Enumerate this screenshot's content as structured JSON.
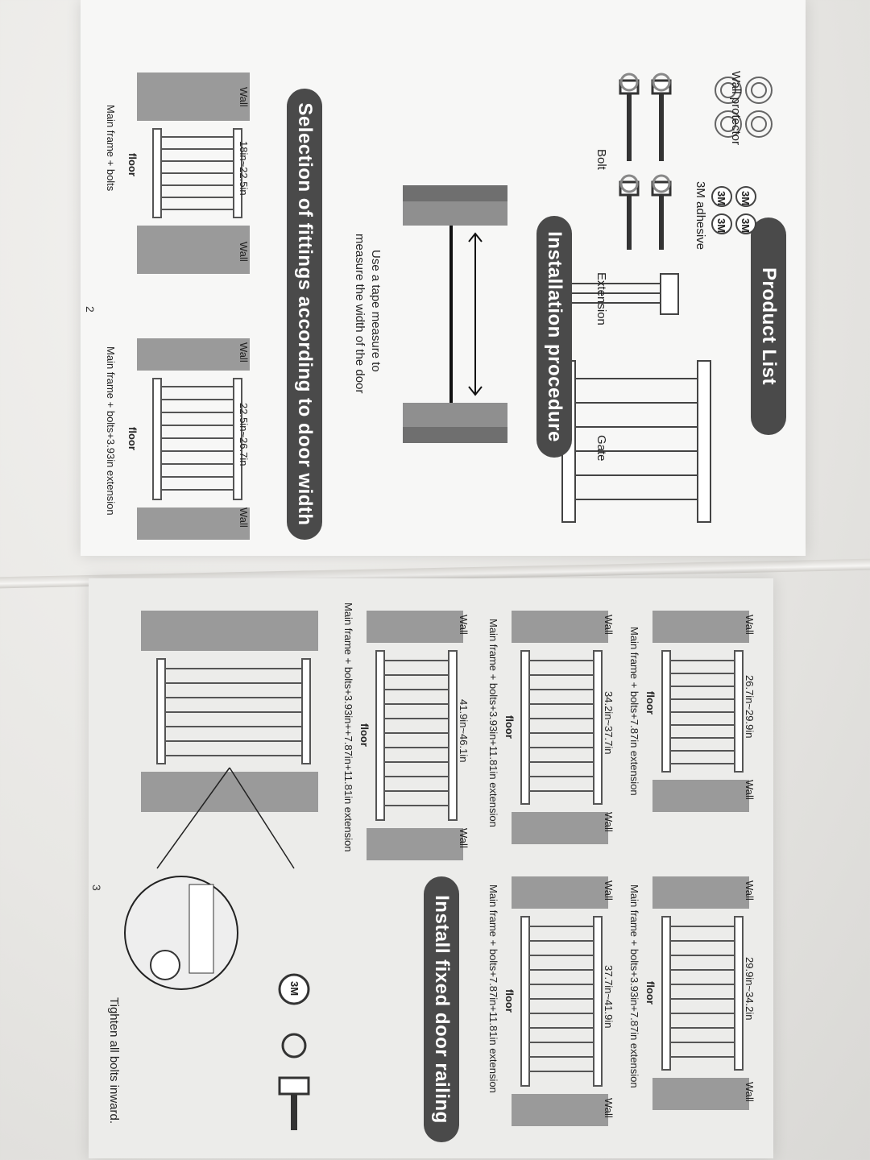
{
  "page2": {
    "product_list": {
      "title": "Product List",
      "wall_protector_label": "Wall protector",
      "adhesive_label": "3M adhesive",
      "adhesive_mark": "3M",
      "bolt_label": "Bolt",
      "extension_label": "Extension",
      "gate_label": "Gate"
    },
    "installation": {
      "title": "Installation procedure",
      "instruction_line1": "Use a tape measure to",
      "instruction_line2": "measure the width of the door"
    },
    "selection": {
      "title": "Selection of fittings according to door width",
      "diagrams": [
        {
          "range": "18in~22.5in",
          "wall_left": "Wall",
          "wall_right": "Wall",
          "floor": "floor",
          "caption": "Main frame + bolts"
        },
        {
          "range": "22.5in~26.7in",
          "wall_left": "Wall",
          "wall_right": "Wall",
          "floor": "floor",
          "caption": "Main frame + bolts+3.93in extension"
        }
      ]
    },
    "page_number": "2"
  },
  "page3": {
    "diagrams": [
      {
        "range": "26.7in~29.9in",
        "wall_left": "Wall",
        "wall_right": "Wall",
        "floor": "floor",
        "caption": "Main frame + bolts+7.87in extension"
      },
      {
        "range": "29.9in~34.2in",
        "wall_left": "Wall",
        "wall_right": "Wall",
        "floor": "floor",
        "caption": "Main frame + bolts+3.93in+7.87in extension"
      },
      {
        "range": "34.2in~37.7in",
        "wall_left": "Wall",
        "wall_right": "Wall",
        "floor": "floor",
        "caption": "Main frame + bolts+3.93in+11.81in extension"
      },
      {
        "range": "37.7in~41.9in",
        "wall_left": "Wall",
        "wall_right": "Wall",
        "floor": "floor",
        "caption": "Main frame + bolts+7.87in+11.81in extension"
      },
      {
        "range": "41.9in~46.1in",
        "wall_left": "Wall",
        "wall_right": "Wall",
        "floor": "floor",
        "caption": "Main frame + bolts+3.93in++7.87in+11.81in extension"
      }
    ],
    "install": {
      "title": "Install fixed door railing",
      "instruction": "Tighten all bolts inward.",
      "adhesive_mark": "3M"
    },
    "page_number": "3"
  },
  "colors": {
    "banner": "#4a4a4a",
    "wall": "#9a9a9a",
    "gate_line": "#555555",
    "paper_upper": "#f8f8f7",
    "paper_lower": "#eeeeec"
  }
}
